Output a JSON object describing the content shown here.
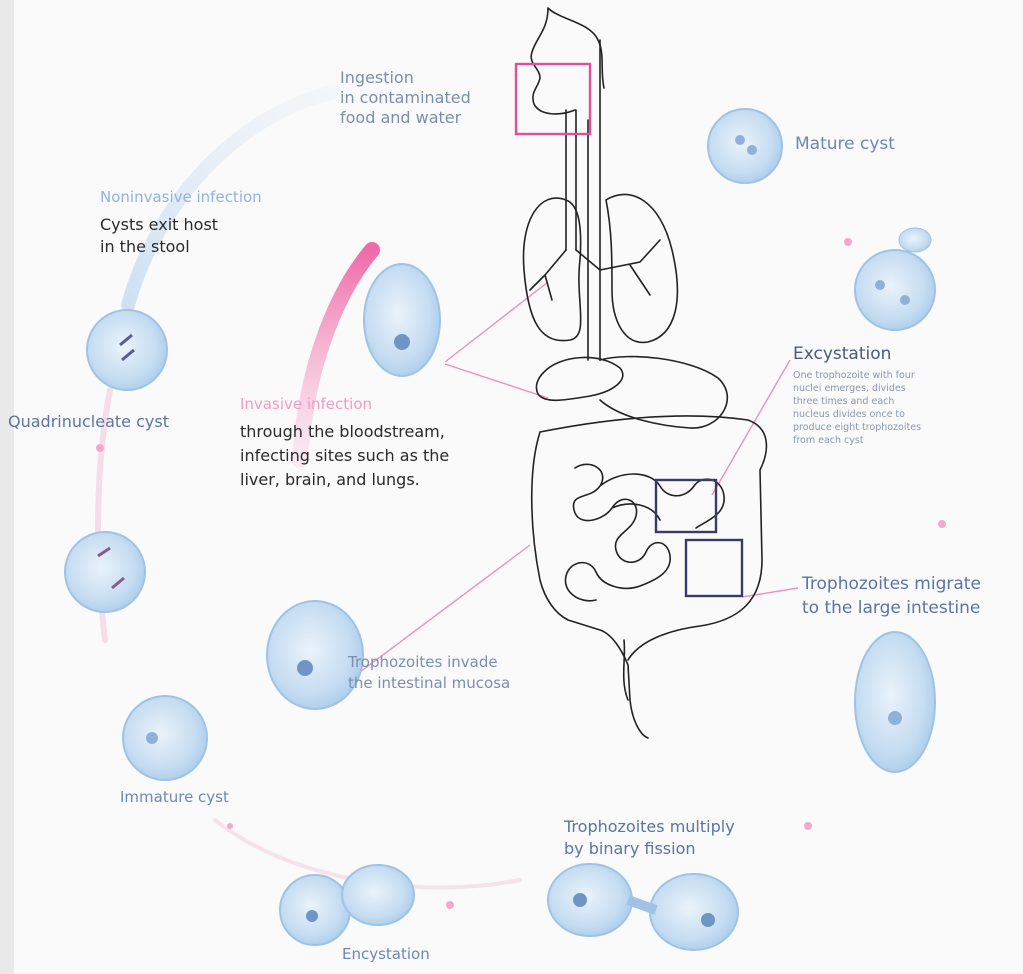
{
  "labels": {
    "ingestion": [
      "Ingestion",
      "in contaminated",
      "food and water"
    ],
    "mature_cyst": "Mature cyst",
    "noninvasive_title": "Noninvasive infection",
    "noninvasive_body": [
      "Cysts exit host",
      "in the stool"
    ],
    "invasive_title": "Invasive infection",
    "invasive_body": [
      "through the bloodstream,",
      "infecting sites such as the",
      "liver, brain, and lungs."
    ],
    "quadrinucleate_cyst": "Quadrinucleate cyst",
    "excystation_title": "Excystation",
    "excystation_body": [
      "One trophozoite with four",
      "nuclei emerges, divides",
      "three times and each",
      "nucleus divides once to",
      "produce eight trophozoites",
      "from each cyst"
    ],
    "migrate": [
      "Trophozoites migrate",
      "to the large intestine"
    ],
    "invade": [
      "Trophozoites invade",
      "the intestinal mucosa"
    ],
    "immature_cyst": "Immature cyst",
    "multiply": [
      "Trophozoites multiply",
      "by binary fission"
    ],
    "encystation": "Encystation"
  },
  "colors": {
    "background": "#fafafa",
    "cell_fill": "#cfe3f5",
    "cell_stroke": "#9fc3e6",
    "invasive_accent": "#f06aa8",
    "noninvasive_accent": "#9fc0e8",
    "organ_outline": "#222222",
    "box_magenta": "#e0509a",
    "box_navy": "#3a3a6a"
  }
}
